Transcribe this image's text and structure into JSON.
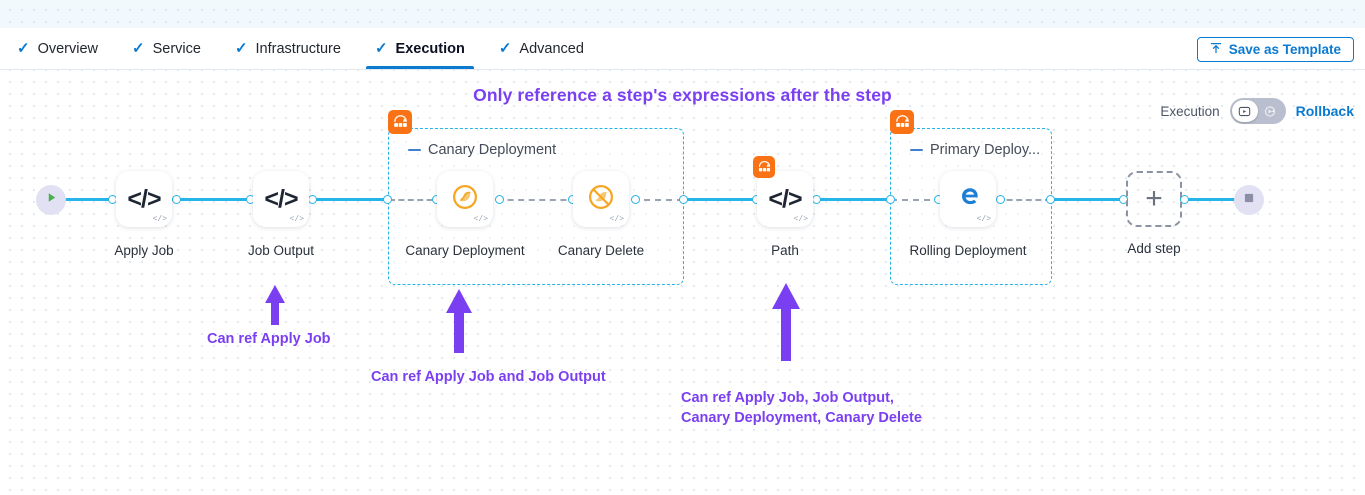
{
  "tabs": [
    {
      "label": "Overview",
      "icon": "check-icon",
      "active": false
    },
    {
      "label": "Service",
      "icon": "check-icon",
      "active": false
    },
    {
      "label": "Infrastructure",
      "icon": "check-icon",
      "active": false
    },
    {
      "label": "Execution",
      "icon": "check-icon",
      "active": true
    },
    {
      "label": "Advanced",
      "icon": "check-icon",
      "active": false
    }
  ],
  "toolbar": {
    "save_template_label": "Save as Template",
    "save_template_icon": "save-template-icon"
  },
  "headline": "Only reference a step's expressions after the step",
  "mode_switch": {
    "execution_label": "Execution",
    "rollback_label": "Rollback",
    "left_icon": "execution-play-icon",
    "right_icon": "rollback-icon",
    "selected": "Execution"
  },
  "colors": {
    "accent_blue": "#0b7ad1",
    "edge_cyan": "#25b4e8",
    "annotation_purple": "#7b3ff2",
    "group_orange": "#f97316",
    "start_green": "#4caf50"
  },
  "pipeline": {
    "start_node": {
      "name": "start-node",
      "icon": "play-icon"
    },
    "end_node": {
      "name": "end-node",
      "icon": "stop-icon"
    },
    "add_step": {
      "label": "Add step",
      "icon": "plus-icon"
    },
    "nodes": [
      {
        "label": "Apply Job",
        "icon": "code-icon",
        "badge": "code-badge"
      },
      {
        "label": "Job Output",
        "icon": "code-icon",
        "badge": "code-badge"
      },
      {
        "label": "Canary Deployment",
        "icon": "canary-bird-icon",
        "badge": "code-badge"
      },
      {
        "label": "Canary Delete",
        "icon": "canary-delete-icon",
        "badge": "code-badge"
      },
      {
        "label": "Path",
        "icon": "code-icon",
        "badge": "code-badge"
      },
      {
        "label": "Rolling Deployment",
        "icon": "rolling-deployment-icon",
        "badge": "code-badge"
      }
    ],
    "groups": [
      {
        "title": "Canary Deployment",
        "icon": "step-group-icon"
      },
      {
        "title": "Primary Deploy...",
        "icon": "step-group-icon"
      }
    ]
  },
  "annotations": [
    {
      "text": "Can ref Apply Job"
    },
    {
      "text": "Can ref Apply Job and Job Output"
    },
    {
      "text": "Can ref Apply Job, Job Output,\nCanary Deployment, Canary Delete"
    }
  ]
}
